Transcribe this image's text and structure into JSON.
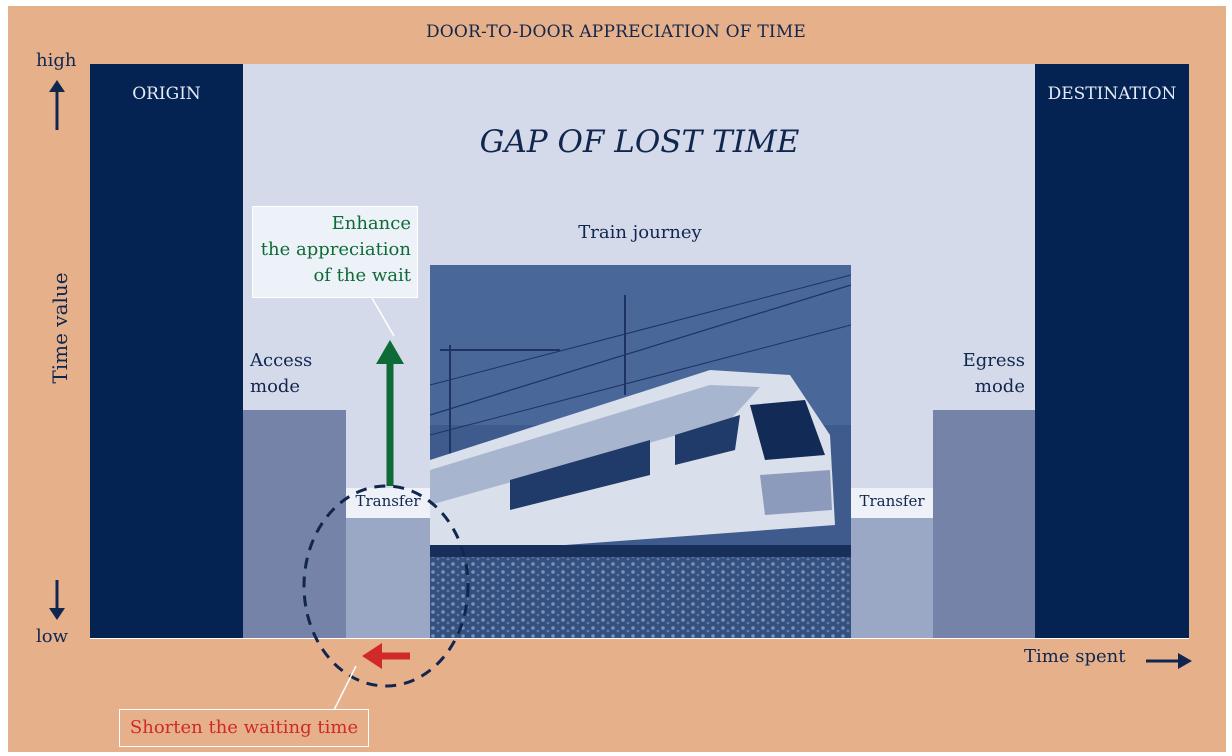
{
  "diagram": {
    "title": "DOOR-TO-DOOR APPRECIATION OF TIME",
    "y_axis": {
      "label": "Time value",
      "high": "high",
      "low": "low"
    },
    "x_axis": {
      "label": "Time spent"
    },
    "blocks": {
      "origin": "ORIGIN",
      "destination": "DESTINATION",
      "access_mode": "Access\nmode",
      "egress_mode": "Egress\nmode",
      "transfer_left": "Transfer",
      "transfer_right": "Transfer",
      "train_journey": "Train journey"
    },
    "gap_label": "GAP OF LOST TIME",
    "callouts": {
      "enhance": "Enhance\nthe appreciation\nof the wait",
      "shorten": "Shorten the waiting time"
    },
    "colors": {
      "background": "#e6b08b",
      "navy": "#042353",
      "plot": "#d4dae9",
      "green": "#0e6b37",
      "red": "#cf2a27"
    }
  }
}
